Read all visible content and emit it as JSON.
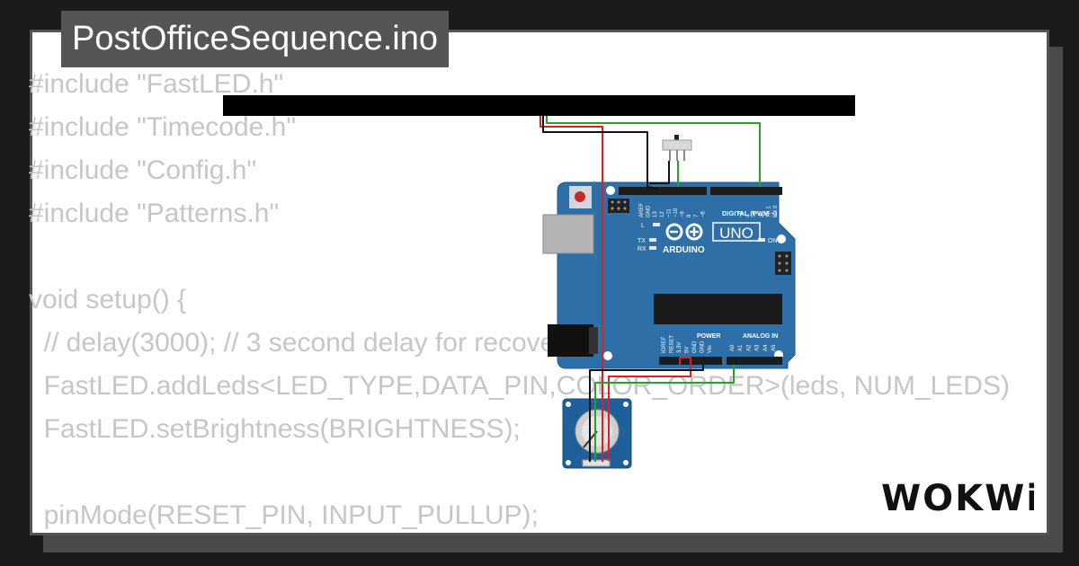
{
  "title": "PostOfficeSequence.ino",
  "code_lines": [
    "#include \"FastLED.h\"",
    "#include \"Timecode.h\"",
    "#include \"Config.h\"",
    "#include \"Patterns.h\"",
    "",
    "void setup() {",
    "  // delay(3000); // 3 second delay for recovery",
    "  FastLED.addLeds<LED_TYPE,DATA_PIN,COLOR_ORDER>(leds, NUM_LEDS)",
    "  FastLED.setBrightness(BRIGHTNESS);",
    "",
    "  pinMode(RESET_PIN, INPUT_PULLUP);"
  ],
  "board": {
    "digital_label": "DIGITAL (PWM ~)",
    "brand": "ARDUINO",
    "model": "UNO",
    "on_label": "ON",
    "power_label": "POWER",
    "analog_label": "ANALOG IN",
    "led_l": "L",
    "led_tx": "TX",
    "led_rx": "RX",
    "top_pins": [
      "AREF",
      "GND",
      "13",
      "12",
      "~11",
      "~10",
      "~9",
      "8",
      "7",
      "~6",
      "~5",
      "4",
      "~3",
      "2",
      "TX 1",
      "RX 0"
    ],
    "power_pins": [
      "IOREF",
      "RESET",
      "3.3V",
      "5V",
      "GND",
      "GND",
      "Vin"
    ],
    "analog_pins": [
      "A0",
      "A1",
      "A2",
      "A3",
      "A4",
      "A5"
    ]
  },
  "logo": "WOKWi",
  "colors": {
    "board": "#2e6fa8",
    "wire_red": "#e02020",
    "wire_green": "#2aa02a",
    "wire_black": "#111111",
    "code_text": "#c6c6c6",
    "title_bg": "#555555"
  },
  "icons": {
    "logo": "wokwi-logo"
  }
}
